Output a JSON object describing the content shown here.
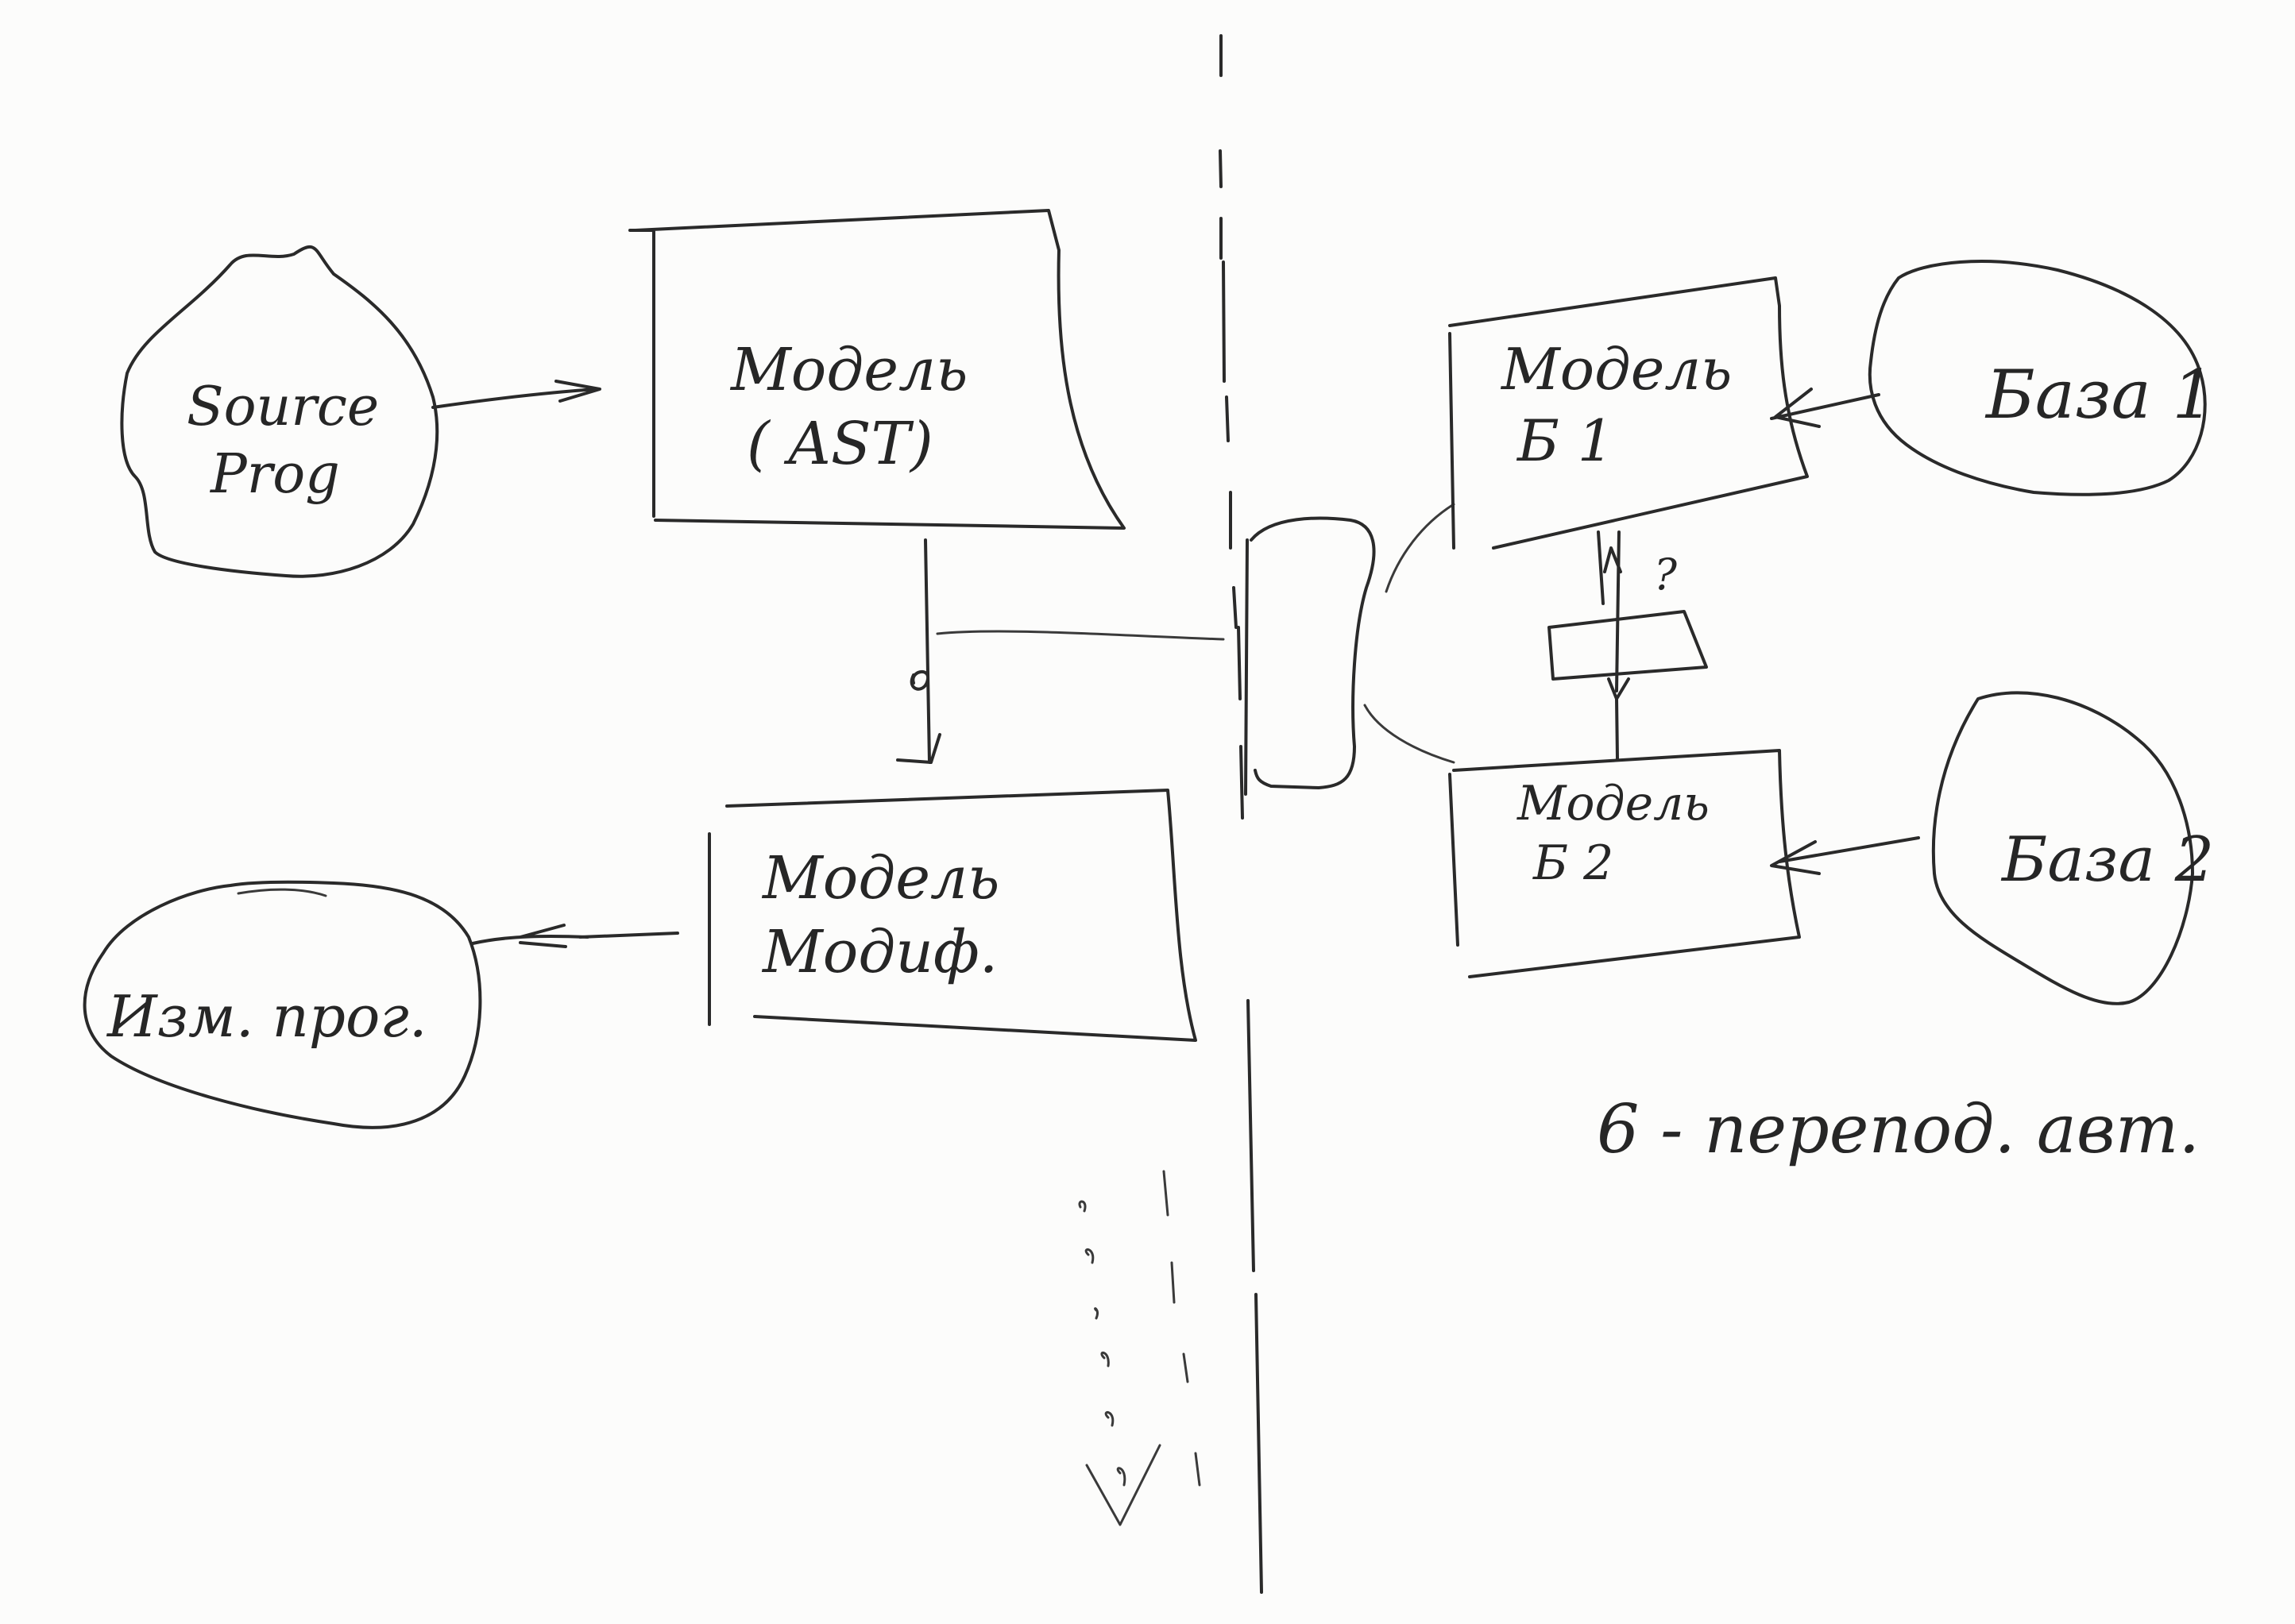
{
  "diagram": {
    "nodes": {
      "source_program": {
        "line1": "Source",
        "line2": "Prog"
      },
      "model_ast": {
        "line1": "Модель",
        "line2": "( AST)"
      },
      "model_modified": {
        "line1": "Модель",
        "line2": "Модиф."
      },
      "modified_program": {
        "line1": "Изм. прог."
      },
      "db_model_1": {
        "line1": "Модель",
        "line2": "Б 1"
      },
      "db_model_2": {
        "line1": "Модель",
        "line2": "Б 2"
      },
      "database_1": {
        "line1": "База 1"
      },
      "database_2": {
        "line1": "База 2"
      },
      "connector_mark": {
        "line1": "?"
      }
    },
    "annotation": {
      "text": "6 - перепод. авт."
    }
  }
}
